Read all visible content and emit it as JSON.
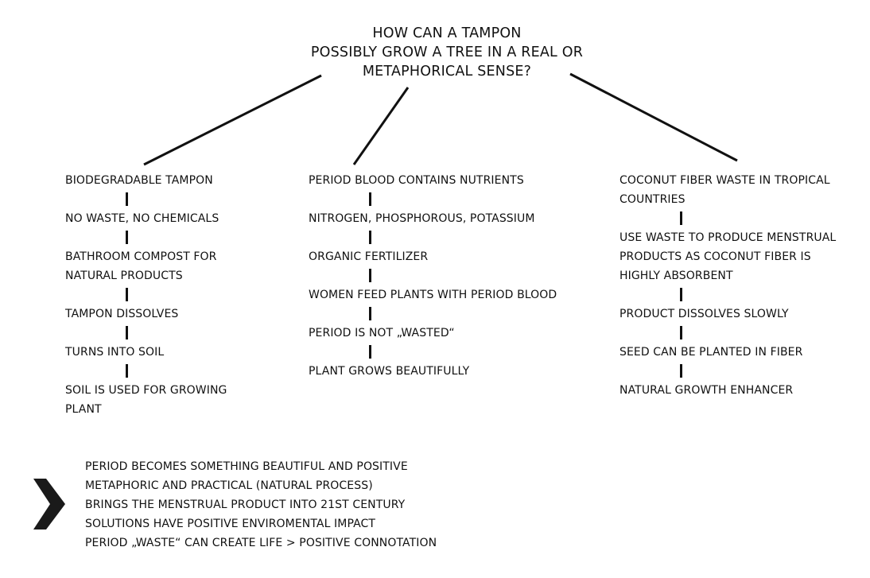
{
  "title_lines": [
    "HOW CAN A TAMPON",
    "POSSIBLY GROW A TREE IN A REAL OR",
    "METAPHORICAL SENSE?"
  ],
  "branches": [
    {
      "nodes": [
        [
          "BIODEGRADABLE TAMPON"
        ],
        [
          "NO WASTE, NO CHEMICALS"
        ],
        [
          "BATHROOM COMPOST FOR",
          "NATURAL PRODUCTS"
        ],
        [
          "TAMPON DISSOLVES"
        ],
        [
          "TURNS INTO SOIL"
        ],
        [
          "SOIL IS USED FOR GROWING",
          "PLANT"
        ]
      ]
    },
    {
      "nodes": [
        [
          "PERIOD BLOOD CONTAINS NUTRIENTS"
        ],
        [
          "NITROGEN, PHOSPHOROUS, POTASSIUM"
        ],
        [
          "ORGANIC FERTILIZER"
        ],
        [
          "WOMEN FEED PLANTS WITH PERIOD BLOOD"
        ],
        [
          "PERIOD IS NOT „WASTED“"
        ],
        [
          "PLANT GROWS BEAUTIFULLY"
        ]
      ]
    },
    {
      "nodes": [
        [
          "COCONUT FIBER WASTE IN TROPICAL",
          "COUNTRIES"
        ],
        [
          "USE WASTE TO PRODUCE MENSTRUAL",
          "PRODUCTS AS COCONUT FIBER IS",
          "HIGHLY ABSORBENT"
        ],
        [
          "PRODUCT DISSOLVES SLOWLY"
        ],
        [
          "SEED CAN BE PLANTED IN FIBER"
        ],
        [
          "NATURAL GROWTH ENHANCER"
        ]
      ]
    }
  ],
  "conclusions": [
    "PERIOD BECOMES SOMETHING BEAUTIFUL AND POSITIVE",
    "METAPHORIC AND PRACTICAL (NATURAL PROCESS)",
    "BRINGS THE MENSTRUAL PRODUCT INTO 21ST CENTURY",
    "SOLUTIONS HAVE POSITIVE ENVIROMENTAL IMPACT",
    "PERIOD „WASTE“ CAN CREATE LIFE > POSITIVE CONNOTATION"
  ],
  "icons": {
    "chevron": "chevron-right-icon"
  }
}
